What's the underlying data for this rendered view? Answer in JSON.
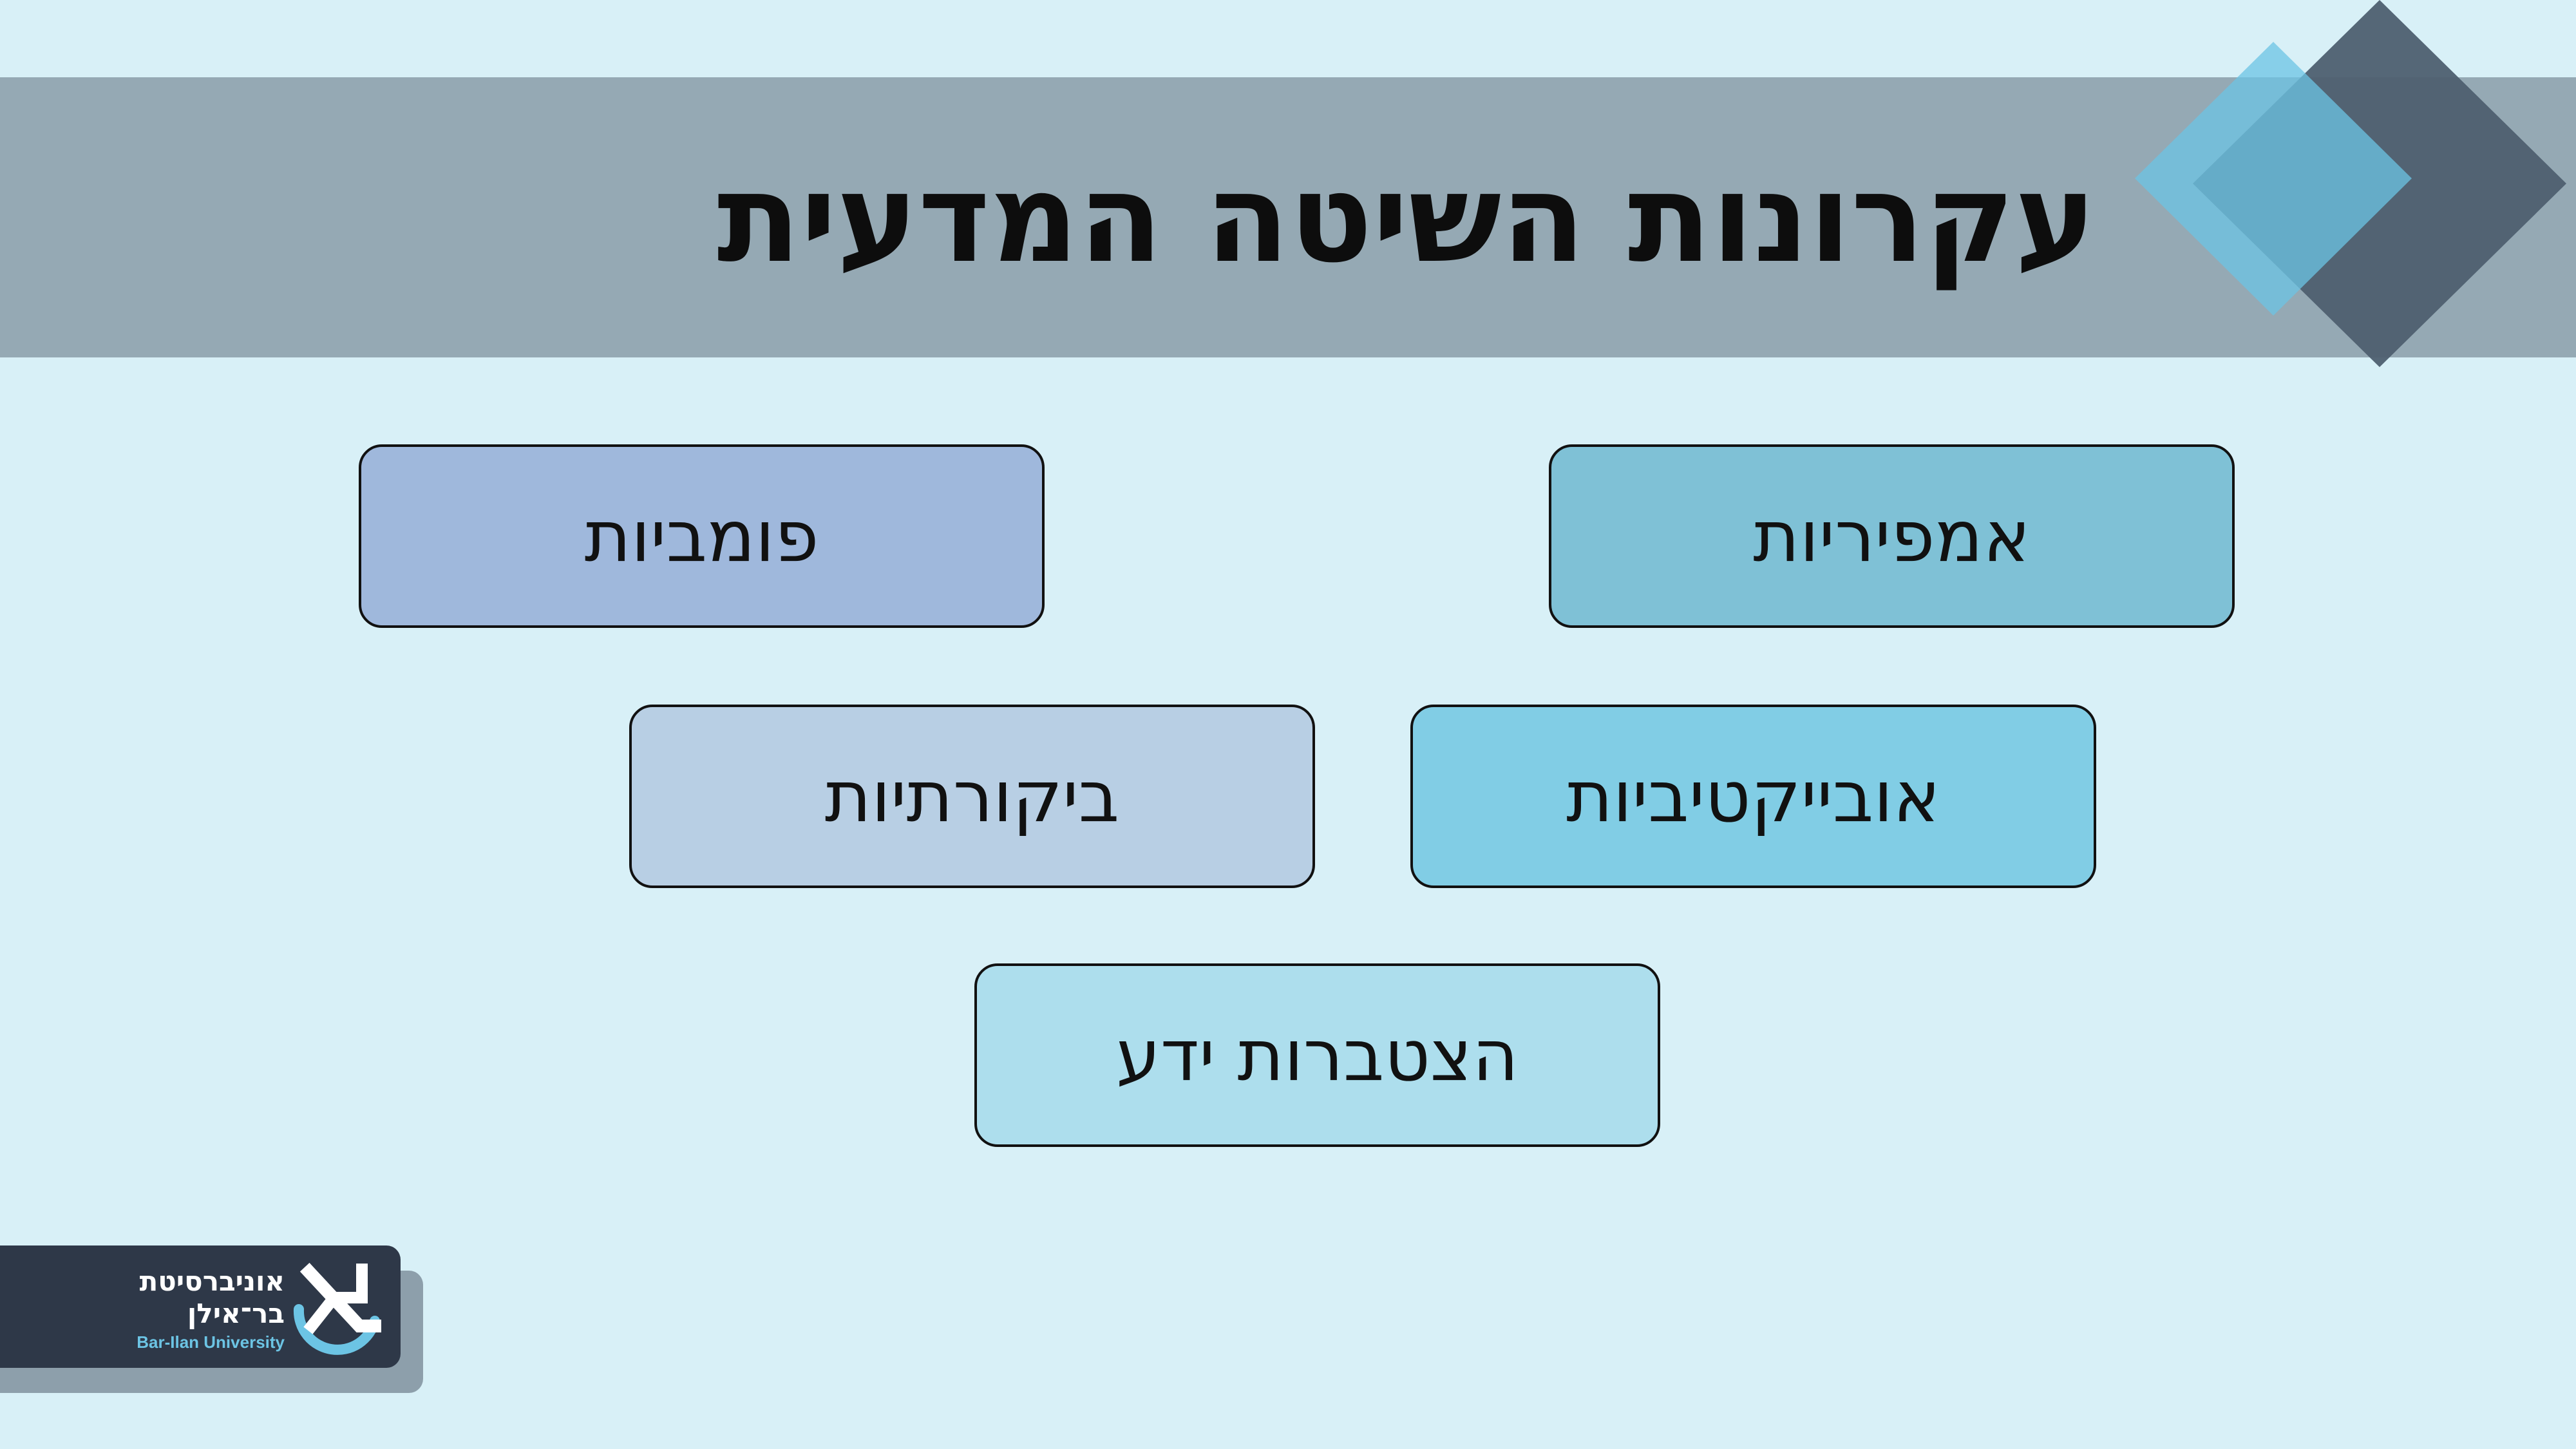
{
  "slide": {
    "title": "עקרונות השיטה המדעית"
  },
  "principles": [
    {
      "label": "אמפיריות",
      "color": "#7fc1d6"
    },
    {
      "label": "פומביות",
      "color": "#9fb8dc"
    },
    {
      "label": "אובייקטיביות",
      "color": "#81cde5"
    },
    {
      "label": "ביקורתיות",
      "color": "#b8cfe4"
    },
    {
      "label": "הצטברות ידע",
      "color": "#addeed"
    }
  ],
  "logo": {
    "line1": "אוניברסיטת",
    "line2": "בר־אילן",
    "line3": "Bar-Ilan University",
    "icon": "bar-ilan-emblem-icon"
  },
  "colors": {
    "background": "#d8f0f7",
    "title_band": "#95a9b4",
    "diamond_dark": "#4e5f70",
    "diamond_light": "#6cc4e4",
    "logo_card": "#2e3848",
    "logo_shadow": "#8d9fab"
  }
}
